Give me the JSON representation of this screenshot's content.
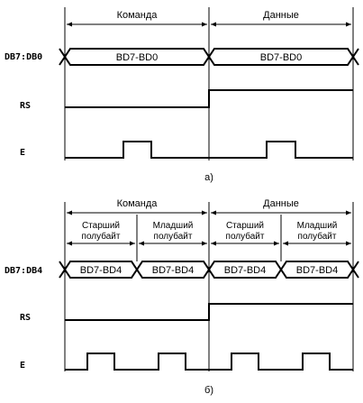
{
  "diagram_a": {
    "caption": "а)",
    "bus_label": "DB7:DB0",
    "rs_label": "RS",
    "e_label": "E",
    "phase_command": "Команда",
    "phase_data": "Данные",
    "bus_values": [
      "BD7-BD0",
      "BD7-BD0"
    ]
  },
  "diagram_b": {
    "caption": "б)",
    "bus_label": "DB7:DB4",
    "rs_label": "RS",
    "e_label": "E",
    "phase_command": "Команда",
    "phase_data": "Данные",
    "halves": [
      {
        "line1": "Старший",
        "line2": "полубайт"
      },
      {
        "line1": "Младший",
        "line2": "полубайт"
      },
      {
        "line1": "Старший",
        "line2": "полубайт"
      },
      {
        "line1": "Младший",
        "line2": "полубайт"
      }
    ],
    "bus_values": [
      "BD7-BD4",
      "BD7-BD4",
      "BD7-BD4",
      "BD7-BD4"
    ]
  }
}
